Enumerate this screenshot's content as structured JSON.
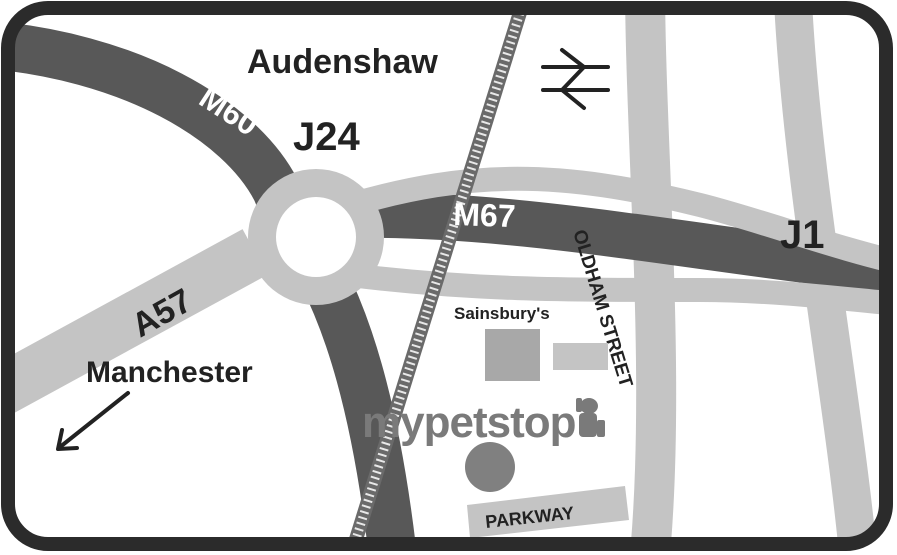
{
  "map": {
    "places": {
      "town": "Audenshaw",
      "junction_24": "J24",
      "junction_1": "J1",
      "city": "Manchester"
    },
    "roads": {
      "motorway_west": "M60",
      "motorway_east": "M67",
      "a_road": "A57",
      "street": "OLDHAM STREET",
      "parkway": "PARKWAY"
    },
    "landmarks": {
      "supermarket": "Sainsbury's",
      "store_brand": "mypetstop"
    },
    "icons": {
      "railway_station": "railway-station-icon",
      "direction_arrow": "arrow-down-left-icon",
      "dog": "dog-icon"
    },
    "colors": {
      "motorway": "#585858",
      "main_road": "#c4c4c4",
      "railway": "#6a6a6a",
      "supermarket": "#a8a8a8",
      "store_marker": "#808080",
      "frame": "#2b2b2b"
    }
  }
}
